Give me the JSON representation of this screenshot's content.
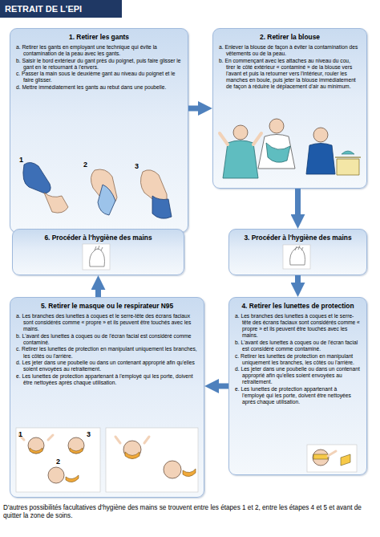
{
  "diagram": {
    "title": "RETRAIT DE L'EPI",
    "caption": "D'autres possibilités facultatives d'hygiène des mains se trouvent entre les étapes 1 et 2, entre les étapes 4 et 5 et avant de quitter la zone de soins.",
    "nodes": [
      {
        "text": [
          "1. Retirer les gants",
          "a. Retirer les gants en employant une technique qui évite la contamination de la peau avec les gants.",
          "b. Saisir le bord extérieur du gant près du poignet, puis faire glisser le gant en le retournant à l'envers.",
          "c. Passer la main sous le deuxième gant au niveau du poignet et le faire glisser.",
          "d. Mettre immédiatement les gants au rebut dans une poubelle."
        ]
      },
      {
        "text": [
          "2. Retirer la blouse",
          "a. Enlever la blouse de façon à éviter la contamination des vêtements ou de la peau.",
          "b. En commençant avec les attaches au niveau du cou, tirer le côté extérieur « contaminé » de la blouse vers l'avant et puis la retourner vers l'intérieur, rouler les manches en boule, puis jeter la blouse immédiatement de façon à réduire le déplacement d'air au minimum."
        ]
      },
      {
        "text": [
          "3. Procéder à l'hygiène des mains"
        ]
      },
      {
        "text": [
          "4. Retirer les lunettes de protection",
          "a. Les branches des lunettes à coques et le serre-tête des écrans faciaux sont considérés comme « propre » et ils peuvent être touchés avec les mains.",
          "b. L'avant des lunettes à coques ou de l'écran facial est considéré comme contaminé.",
          "c. Retirer les lunettes de protection en manipulant uniquement les branches, les côtés ou l'arrière.",
          "d. Les jeter dans une poubelle ou dans un contenant approprié afin qu'elles soient envoyées au retraitement.",
          "e. Les lunettes de protection appartenant à l'employé qui les porte, doivent être nettoyées après chaque utilisation."
        ]
      },
      {
        "text": [
          "5. Retirer le masque ou le respirateur N95",
          "a. Les branches des lunettes à coques et le serre-tête des écrans faciaux sont considérés comme « propre » et ils peuvent être touchés avec les mains.",
          "b. L'avant des lunettes à coques ou de l'écran facial est considéré comme contaminé.",
          "c. Retirer les lunettes de protection en manipulant uniquement les branches, les côtés ou l'arrière.",
          "d. Les jeter dans une poubelle ou dans un contenant approprié afin qu'elles soient envoyées au retraitement.",
          "e. Les lunettes de protection appartenant à l'employé qui les porte, doivent être nettoyées après chaque utilisation."
        ]
      },
      {
        "text": [
          "6. Procéder à l'hygiène des mains"
        ]
      }
    ],
    "edges": [
      {
        "from": 0,
        "to": 1,
        "arrow": "to"
      },
      {
        "from": 1,
        "to": 2,
        "arrow": "to"
      },
      {
        "from": 2,
        "to": 3,
        "arrow": "to"
      },
      {
        "from": 3,
        "to": 4,
        "arrow": "to"
      },
      {
        "from": 4,
        "to": 5,
        "arrow": "to"
      }
    ],
    "labels": [
      "1",
      "2",
      "3",
      "1",
      "2",
      "3"
    ]
  }
}
